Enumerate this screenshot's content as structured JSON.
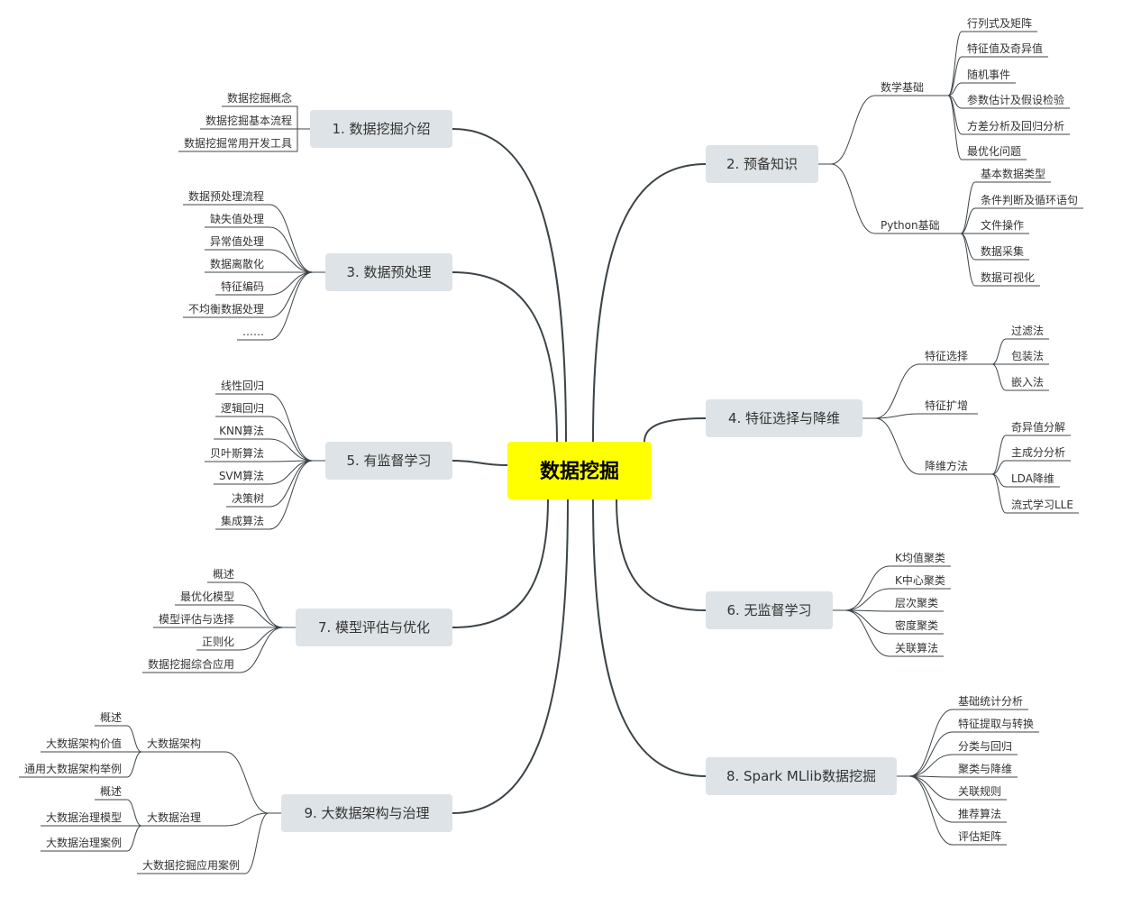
{
  "colors": {
    "center_fill": "#ffff00",
    "branch_fill": "#dde3e6",
    "line": "#3c4449"
  },
  "root": {
    "label": "数据挖掘"
  },
  "branches": [
    {
      "id": "b1",
      "label": "1. 数据挖掘介绍",
      "children": [
        {
          "label": "数据挖掘概念"
        },
        {
          "label": "数据挖掘基本流程"
        },
        {
          "label": "数据挖掘常用开发工具"
        }
      ]
    },
    {
      "id": "b2",
      "label": "2. 预备知识",
      "children": [
        {
          "label": "数学基础",
          "children": [
            {
              "label": "行列式及矩阵"
            },
            {
              "label": "特征值及奇异值"
            },
            {
              "label": "随机事件"
            },
            {
              "label": "参数估计及假设检验"
            },
            {
              "label": "方差分析及回归分析"
            },
            {
              "label": "最优化问题"
            }
          ]
        },
        {
          "label": "Python基础",
          "children": [
            {
              "label": "基本数据类型"
            },
            {
              "label": "条件判断及循环语句"
            },
            {
              "label": "文件操作"
            },
            {
              "label": "数据采集"
            },
            {
              "label": "数据可视化"
            }
          ]
        }
      ]
    },
    {
      "id": "b3",
      "label": "3. 数据预处理",
      "children": [
        {
          "label": "数据预处理流程"
        },
        {
          "label": "缺失值处理"
        },
        {
          "label": "异常值处理"
        },
        {
          "label": "数据离散化"
        },
        {
          "label": "特征编码"
        },
        {
          "label": "不均衡数据处理"
        },
        {
          "label": "……"
        }
      ]
    },
    {
      "id": "b4",
      "label": "4. 特征选择与降维",
      "children": [
        {
          "label": "特征选择",
          "children": [
            {
              "label": "过滤法"
            },
            {
              "label": "包装法"
            },
            {
              "label": "嵌入法"
            }
          ]
        },
        {
          "label": "特征扩增"
        },
        {
          "label": "降维方法",
          "children": [
            {
              "label": "奇异值分解"
            },
            {
              "label": "主成分分析"
            },
            {
              "label": "LDA降维"
            },
            {
              "label": "流式学习LLE"
            }
          ]
        }
      ]
    },
    {
      "id": "b5",
      "label": "5. 有监督学习",
      "children": [
        {
          "label": "线性回归"
        },
        {
          "label": "逻辑回归"
        },
        {
          "label": "KNN算法"
        },
        {
          "label": "贝叶斯算法"
        },
        {
          "label": "SVM算法"
        },
        {
          "label": "决策树"
        },
        {
          "label": "集成算法"
        }
      ]
    },
    {
      "id": "b6",
      "label": "6. 无监督学习",
      "children": [
        {
          "label": "K均值聚类"
        },
        {
          "label": "K中心聚类"
        },
        {
          "label": "层次聚类"
        },
        {
          "label": "密度聚类"
        },
        {
          "label": "关联算法"
        }
      ]
    },
    {
      "id": "b7",
      "label": "7. 模型评估与优化",
      "children": [
        {
          "label": "概述"
        },
        {
          "label": "最优化模型"
        },
        {
          "label": "模型评估与选择"
        },
        {
          "label": "正则化"
        },
        {
          "label": "数据挖掘综合应用"
        }
      ]
    },
    {
      "id": "b8",
      "label": "8. Spark MLlib数据挖掘",
      "children": [
        {
          "label": "基础统计分析"
        },
        {
          "label": "特征提取与转换"
        },
        {
          "label": "分类与回归"
        },
        {
          "label": "聚类与降维"
        },
        {
          "label": "关联规则"
        },
        {
          "label": "推荐算法"
        },
        {
          "label": "评估矩阵"
        }
      ]
    },
    {
      "id": "b9",
      "label": "9. 大数据架构与治理",
      "children": [
        {
          "label": "大数据架构",
          "children": [
            {
              "label": "概述"
            },
            {
              "label": "大数据架构价值"
            },
            {
              "label": "通用大数据架构举例"
            }
          ]
        },
        {
          "label": "大数据治理",
          "children": [
            {
              "label": "概述"
            },
            {
              "label": "大数据治理模型"
            },
            {
              "label": "大数据治理案例"
            }
          ]
        },
        {
          "label": "大数据挖掘应用案例"
        }
      ]
    }
  ]
}
